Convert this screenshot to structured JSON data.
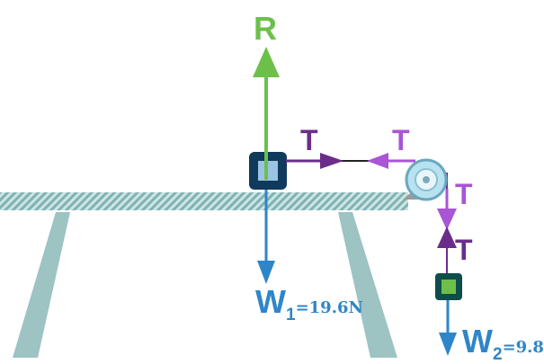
{
  "labels": {
    "reaction": "R",
    "tension_left_1": "T",
    "tension_left_2": "T",
    "tension_right_1": "T",
    "tension_right_2": "T",
    "weight1_main": "W",
    "weight1_sub": "1",
    "weight1_value": "=19.6N",
    "weight2_main": "W",
    "weight2_sub": "2",
    "weight2_value": "=9.8"
  },
  "colors": {
    "reaction_arrow": "#6cc04a",
    "tension_dark": "#6b2d8a",
    "tension_light": "#a855d6",
    "weight_arrow": "#2e86c8",
    "weight_text": "#2e86c8",
    "block1_border": "#0f3a5c",
    "block1_fill": "#9cc3e4",
    "block2_border": "#0f4d4d",
    "block2_fill": "#6cc04a",
    "table": "#9dc3c3",
    "pulley": "#9fd7ea"
  },
  "icons": {
    "block1": "square-block",
    "block2": "square-block",
    "pulley": "pulley-wheel"
  }
}
